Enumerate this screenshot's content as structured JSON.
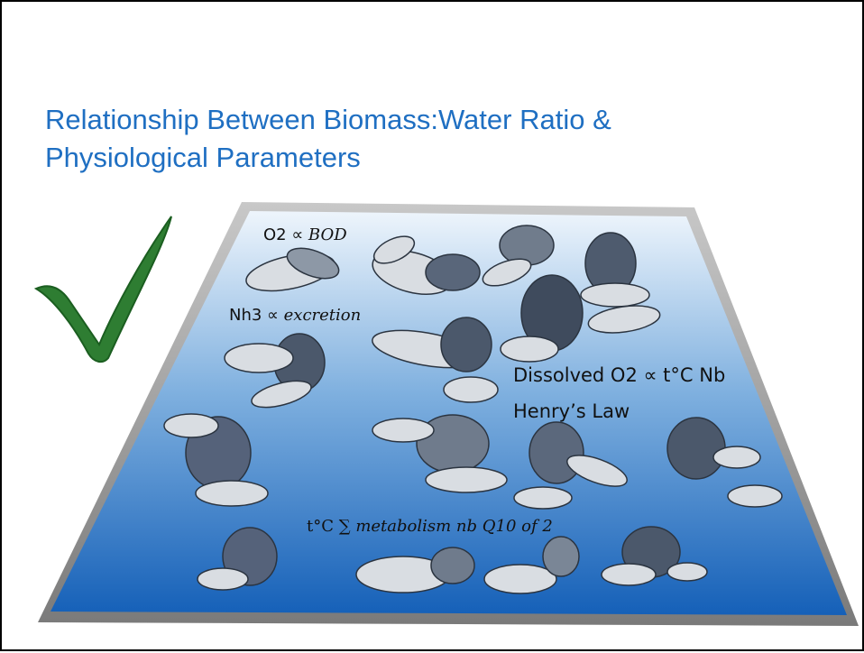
{
  "slide": {
    "title_line1": "Relationship Between Biomass:Water Ratio &",
    "title_line2": "Physiological Parameters"
  },
  "check": {
    "icon": "checkmark-icon",
    "color": "#2e7d32"
  },
  "labels": {
    "bod_prefix": "O2 ∝ ",
    "bod_var": "BOD",
    "nh3_prefix": "Nh3 ∝ ",
    "nh3_var": "excretion",
    "dissolved": "Dissolved O2 ∝ t°C Nb",
    "henry": "Henry’s Law",
    "metabolism_prefix": "t°C ∑ ",
    "metabolism_var": "metabolism nb Q10 of 2"
  },
  "colors": {
    "title": "#1f6fc2",
    "tray_top": "#e9f2fb",
    "tray_bottom": "#1560b8",
    "tray_rim": "#9a9a9a"
  }
}
